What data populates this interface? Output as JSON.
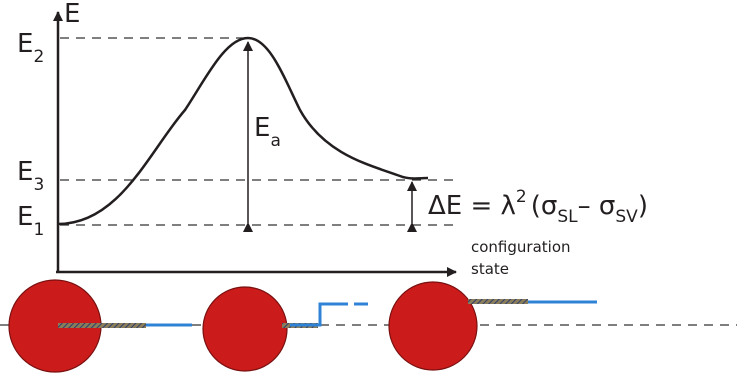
{
  "axes": {
    "y_label": "E",
    "x_label_line1": "configuration",
    "x_label_line2": "state"
  },
  "levels": {
    "e2": {
      "main": "E",
      "sub": "2"
    },
    "e3": {
      "main": "E",
      "sub": "3"
    },
    "e1": {
      "main": "E",
      "sub": "1"
    }
  },
  "barrier": {
    "main": "E",
    "sub": "a"
  },
  "delta": {
    "prefix": "ΔE = λ",
    "power": "2",
    "open": "(σ",
    "sl": "SL",
    "minus": "– σ",
    "sv": "SV",
    "close": ")"
  },
  "colors": {
    "particle": "#cc1b1b",
    "particle_edge": "#7a1010",
    "film": "#2f83d6",
    "curve": "#231f20",
    "dashed": "#333333"
  },
  "particles": [
    {
      "name": "particle-1",
      "stage": "submerged"
    },
    {
      "name": "particle-2",
      "stage": "transition"
    },
    {
      "name": "particle-3",
      "stage": "detached"
    }
  ]
}
